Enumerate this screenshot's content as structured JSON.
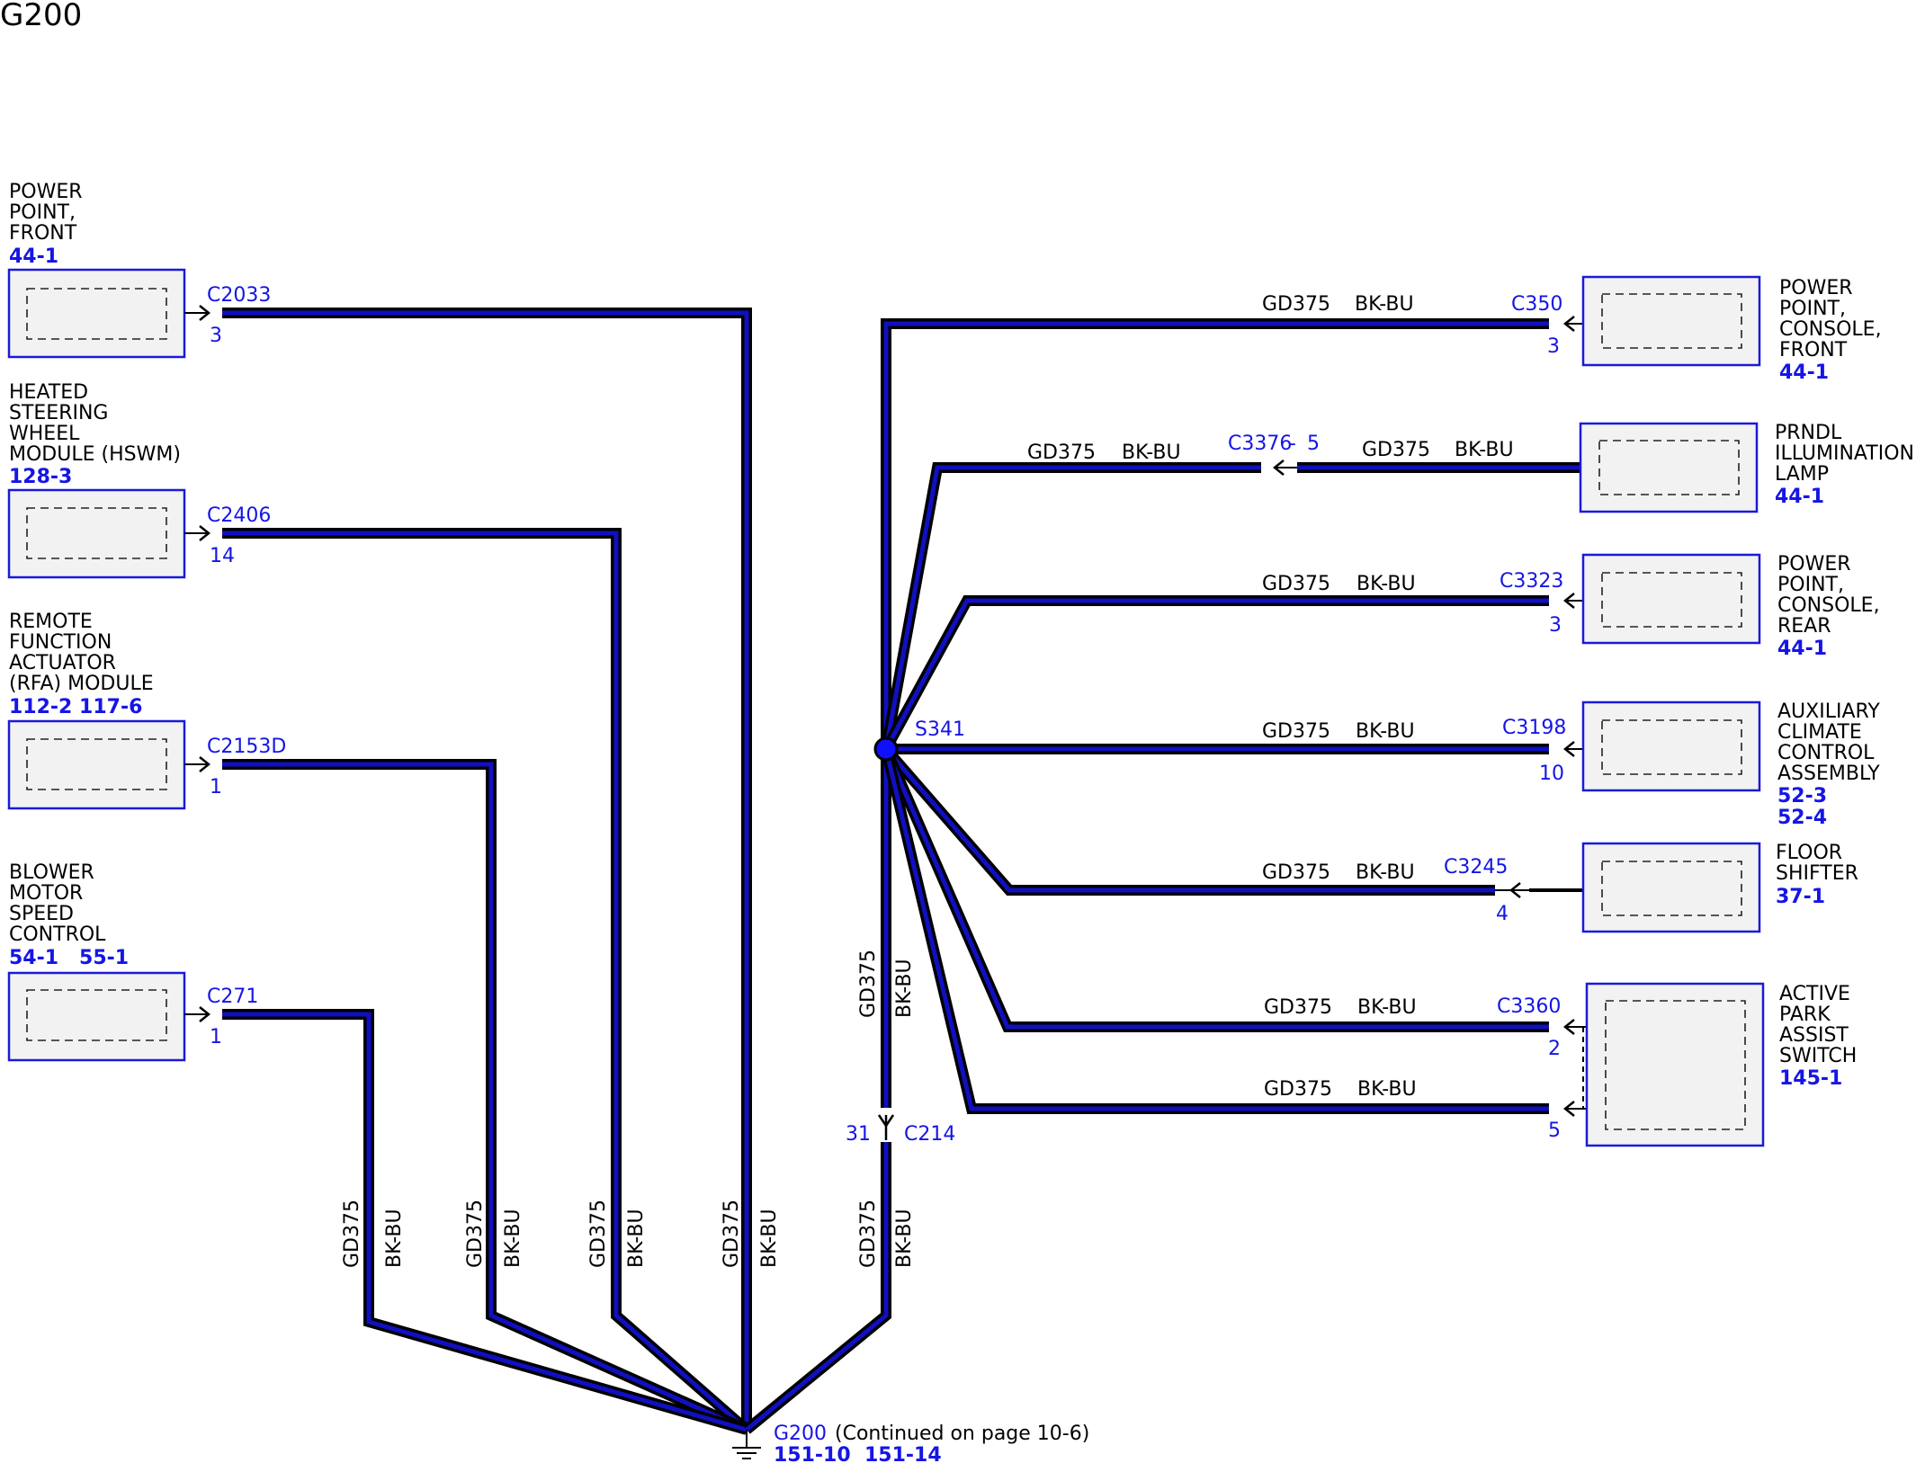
{
  "title": "G200",
  "wire": {
    "circuit": "GD375",
    "color": "BK-BU"
  },
  "colors": {
    "blue": "#1515e6",
    "wire_outer": "#000000",
    "wire_inner": "#1010c0"
  },
  "left_components": [
    {
      "lines": [
        "POWER",
        "POINT,",
        "FRONT"
      ],
      "refs": "44-1",
      "connector": "C2033",
      "pin": "3"
    },
    {
      "lines": [
        "HEATED",
        "STEERING",
        "WHEEL",
        "MODULE (HSWM)"
      ],
      "refs": "128-3",
      "connector": "C2406",
      "pin": "14"
    },
    {
      "lines": [
        "REMOTE",
        "FUNCTION",
        "ACTUATOR",
        "(RFA) MODULE"
      ],
      "refs": "112-2 117-6",
      "connector": "C2153D",
      "pin": "1"
    },
    {
      "lines": [
        "BLOWER",
        "MOTOR",
        "SPEED",
        "CONTROL"
      ],
      "refs": "54-1   55-1",
      "connector": "C271",
      "pin": "1"
    }
  ],
  "right_components": [
    {
      "lines": [
        "POWER",
        "POINT,",
        "CONSOLE,",
        "FRONT"
      ],
      "refs": [
        "44-1"
      ],
      "connector": "C350",
      "pin": "3"
    },
    {
      "lines": [
        "PRNDL",
        "ILLUMINATION",
        "LAMP"
      ],
      "refs": [
        "44-1"
      ],
      "connector": "C3376",
      "pin": "5"
    },
    {
      "lines": [
        "POWER",
        "POINT,",
        "CONSOLE,",
        "REAR"
      ],
      "refs": [
        "44-1"
      ],
      "connector": "C3323",
      "pin": "3"
    },
    {
      "lines": [
        "AUXILIARY",
        "CLIMATE",
        "CONTROL",
        "ASSEMBLY"
      ],
      "refs": [
        "52-3",
        "52-4"
      ],
      "connector": "C3198",
      "pin": "10"
    },
    {
      "lines": [
        "FLOOR",
        "SHIFTER"
      ],
      "refs": [
        "37-1"
      ],
      "connector": "C3245",
      "pin": "4"
    },
    {
      "lines": [
        "ACTIVE",
        "PARK",
        "ASSIST",
        "SWITCH"
      ],
      "refs": [
        "145-1"
      ],
      "connector": "C3360",
      "pins": [
        "2",
        "5"
      ]
    }
  ],
  "splice": "S341",
  "inline_connector": {
    "name": "C214",
    "pin": "31"
  },
  "ground": {
    "name": "G200",
    "note": "(Continued on page 10-6)",
    "refs": "151-10  151-14"
  }
}
